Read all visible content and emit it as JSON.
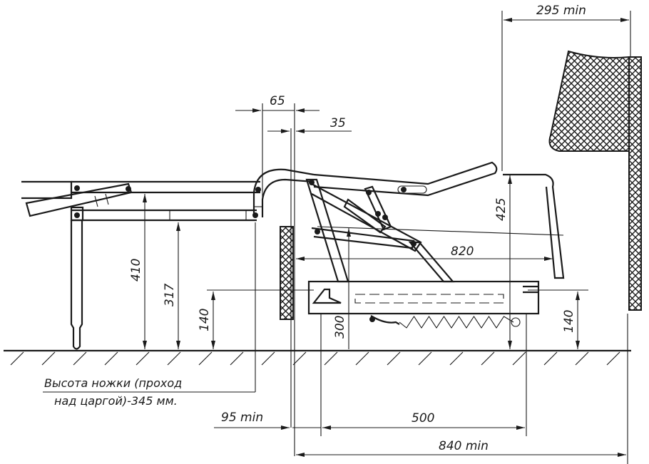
{
  "drawing": {
    "title": "Sofa-bed folding mechanism — side view installation drawing",
    "dimensions": {
      "wall_clearance": "295 min",
      "offset_65": "65",
      "offset_35": "35",
      "frame_height_410": "410",
      "frame_height_317": "317",
      "leg_support_140_left": "140",
      "mechanism_300": "300",
      "mechanism_425": "425",
      "mechanism_length_820": "820",
      "right_height_140": "140",
      "front_offset": "95 min",
      "base_500": "500",
      "total_depth": "840 min"
    },
    "note": {
      "line1": "Высота ножки (проход",
      "line2": "над царгой)-345 мм."
    },
    "colors": {
      "ink": "#1a1a1a",
      "paper": "#ffffff"
    }
  }
}
